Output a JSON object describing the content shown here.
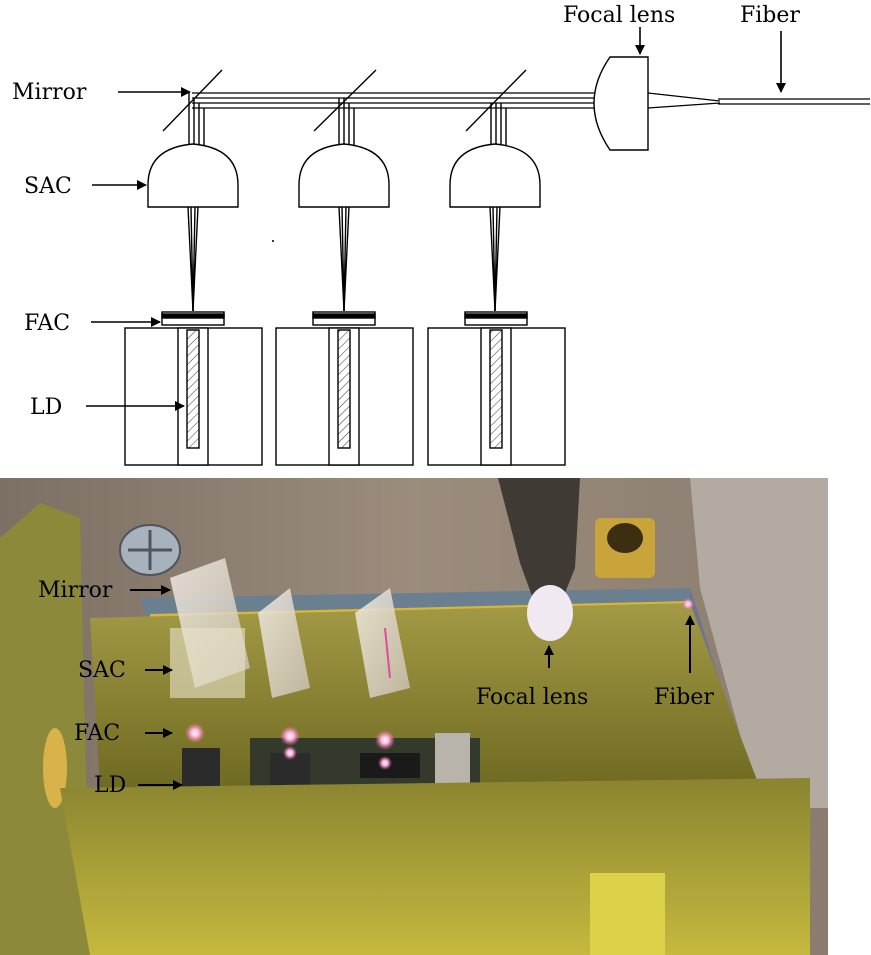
{
  "schematic": {
    "labels": {
      "focal_lens": "Focal lens",
      "fiber": "Fiber",
      "mirror": "Mirror",
      "sac": "SAC",
      "fac": "FAC",
      "ld": "LD"
    }
  },
  "photo": {
    "labels": {
      "mirror": "Mirror",
      "sac": "SAC",
      "fac": "FAC",
      "ld": "LD",
      "focal_lens": "Focal lens",
      "fiber": "Fiber"
    }
  }
}
